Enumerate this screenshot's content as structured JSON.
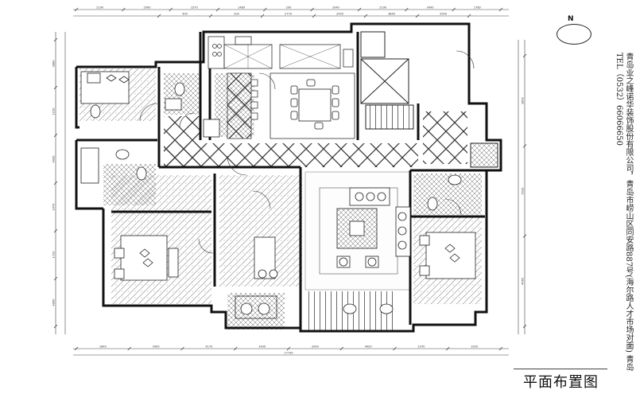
{
  "title": "平面布置图",
  "company": "青岛业之峰诺华装饰股份有限公司，青岛市崂山区同安路887号(海尔路人才市场对面)",
  "city": "青岛",
  "tel": "TEL（0532）66066650",
  "north_label": "N",
  "dims_top_outer": [
    "2190",
    "2990",
    "1570",
    "1480",
    "200",
    "3340",
    "2190",
    "3490",
    "1780"
  ],
  "dims_top_inner": [
    "300",
    "200",
    "2770",
    "2450",
    "3840",
    "3340"
  ],
  "dims_bottom": [
    "1840",
    "3400",
    "4170",
    "1400",
    "3340",
    "4920",
    "2370",
    "1920"
  ],
  "dims_bottom_total": "17730",
  "dims_left": [
    "3980",
    "1150",
    "4000",
    "1470",
    "1720",
    "4060"
  ],
  "dims_right": [
    "3950",
    "5010",
    "4060"
  ],
  "colors": {
    "wall": "#111111",
    "line": "#333333",
    "hatch": "#777777"
  }
}
